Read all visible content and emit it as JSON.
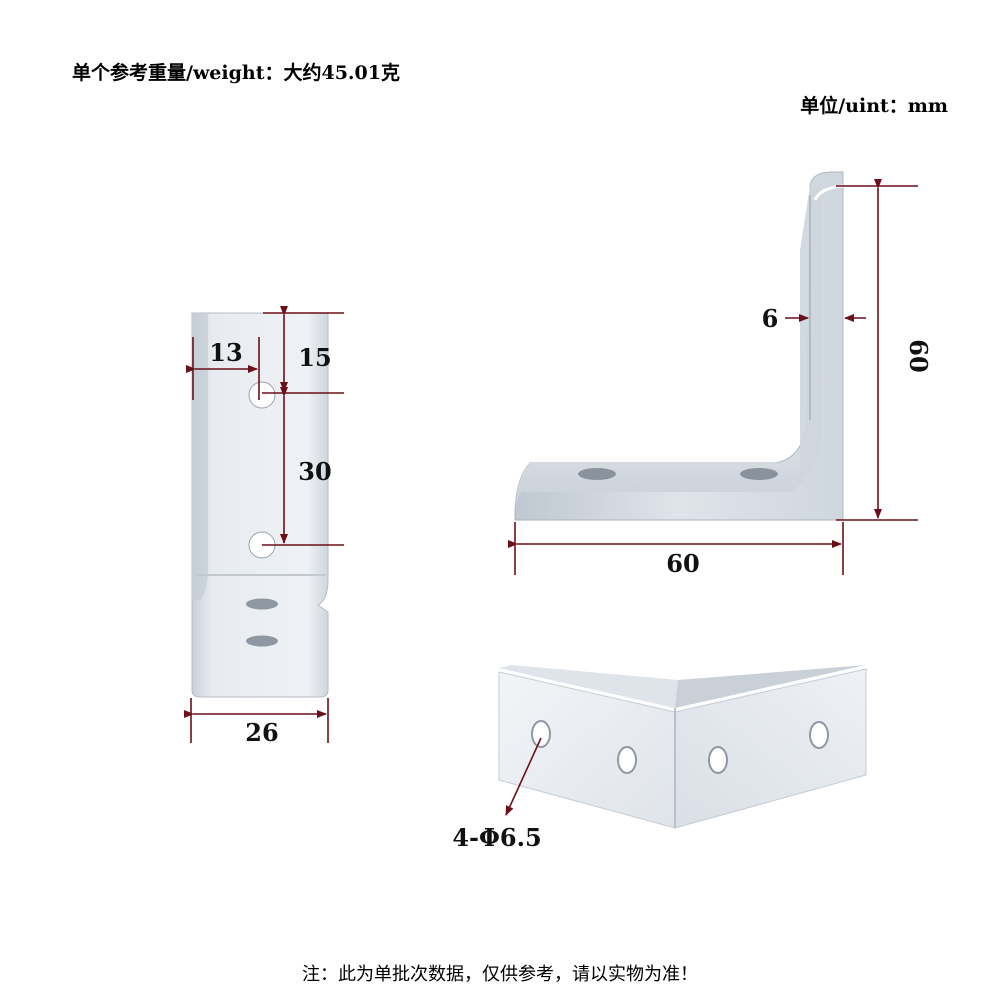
{
  "header": {
    "weight": "单个参考重量/weight：大约45.01克",
    "unit": "单位/uint：mm"
  },
  "dimensions": {
    "front_hole_offset": "13",
    "front_top_to_hole": "15",
    "front_hole_spacing": "30",
    "front_width": "26",
    "side_thickness": "6",
    "side_height": "60",
    "side_length": "60",
    "holes": "4-Φ6.5"
  },
  "footer": {
    "note": "注：此为单批次数据，仅供参考，请以实物为准！"
  },
  "colors": {
    "dimension_line": "#6b0f1a",
    "metal_light": "#e9edf2",
    "metal_dark": "#c3cad3"
  }
}
